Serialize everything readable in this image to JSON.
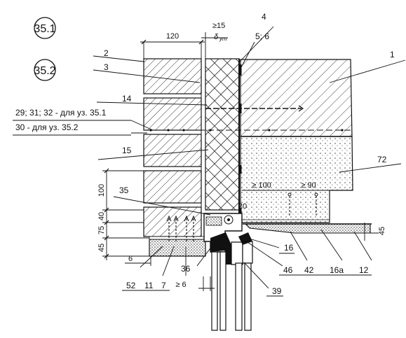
{
  "node_refs": [
    "35.1",
    "35.2"
  ],
  "dimensions": {
    "brick_width": "120",
    "insulation_min": "≥15",
    "insulation_sym": "δ",
    "insulation_sub": "ут",
    "d100_left": "100",
    "d40": "40",
    "d75": "75",
    "d45_left": "45",
    "d6_bottom": "6",
    "gap_min6": "≥ 6",
    "d100_slab": "≥ 100",
    "d90_slab": "≥ 90",
    "d20": "20",
    "d45_right": "45"
  },
  "callouts": {
    "c1": "1",
    "c2": "2",
    "c3": "3",
    "c4": "4",
    "c56": "5; 6",
    "c14": "14",
    "c15": "15",
    "c35": "35",
    "c72": "72",
    "note1": "29; 31; 32 - для уз. 35.1",
    "note2": "30 - для уз. 35.2",
    "b52": "52",
    "b11": "11",
    "b7": "7",
    "b36": "36",
    "b39": "39",
    "b16": "16",
    "b46": "46",
    "b42": "42",
    "b16a": "16а",
    "b12": "12"
  }
}
